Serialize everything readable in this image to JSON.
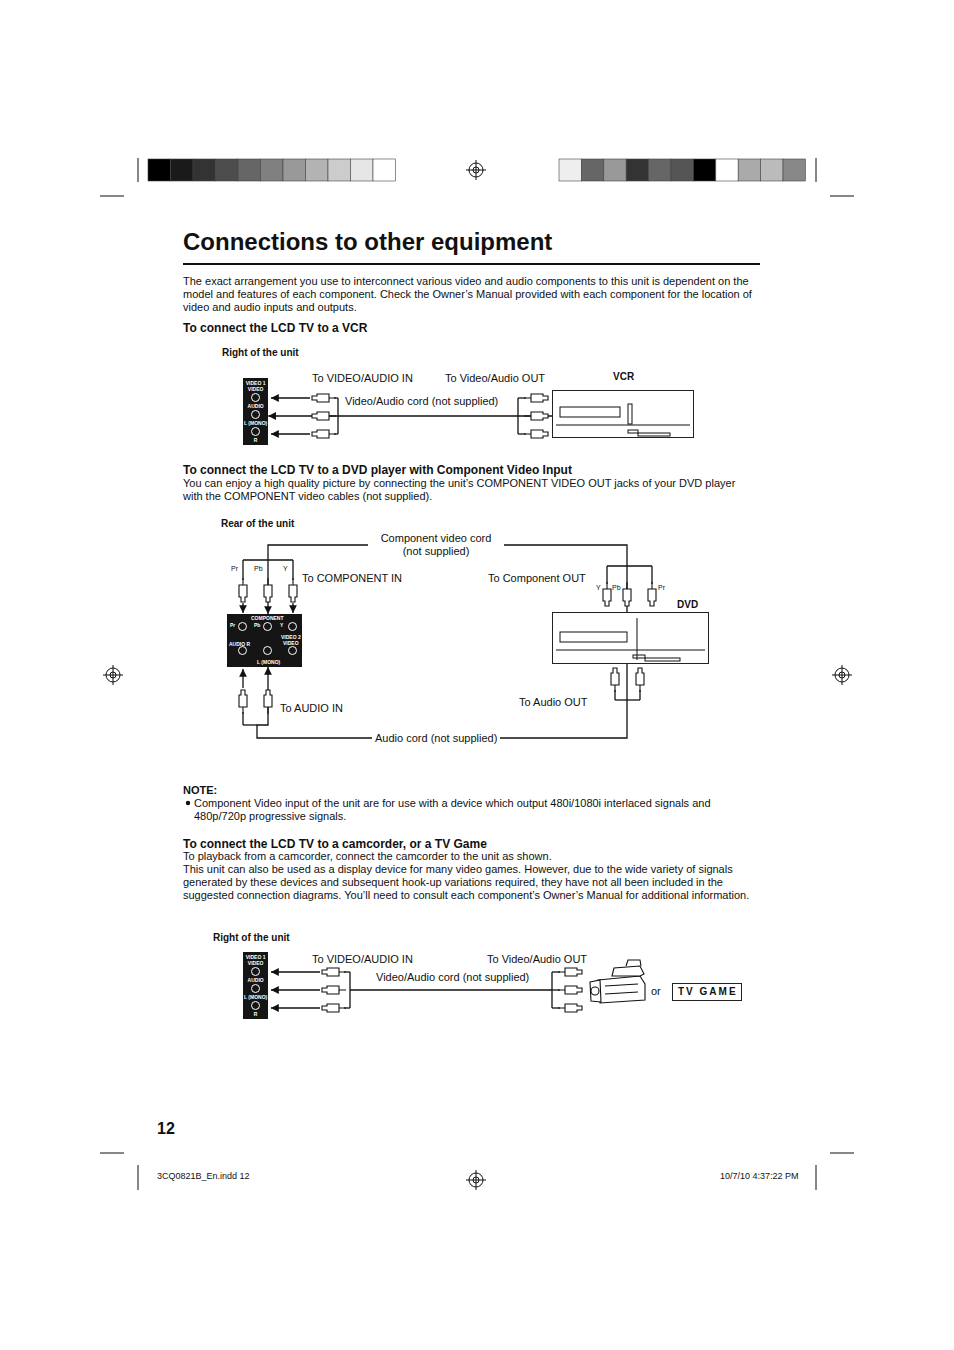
{
  "diagram": {
    "title": "Connections to other equipment",
    "nodes": [
      {
        "text": [
          "Right of the unit",
          "VIDEO 1",
          "VIDEO",
          "AUDIO",
          "L (MONO)",
          "R"
        ]
      },
      {
        "text": [
          "VCR"
        ]
      },
      {
        "text": [
          "Rear of the unit",
          "COMPONENT",
          "Pr",
          "Pb",
          "Y",
          "AUDIO R",
          "L (MONO)",
          "VIDEO 2",
          "VIDEO"
        ]
      },
      {
        "text": [
          "DVD"
        ]
      },
      {
        "text": [
          "Right of the unit",
          "VIDEO 1",
          "VIDEO",
          "AUDIO",
          "L (MONO)",
          "R"
        ]
      },
      {
        "text": [
          "TV GAME"
        ]
      }
    ],
    "edges": [
      {
        "from": 1,
        "to": 0,
        "arrow": "to",
        "label": "Video/Audio cord (not supplied)"
      },
      {
        "from": 3,
        "to": 2,
        "arrow": "to",
        "label": "Component video cord (not supplied)"
      },
      {
        "from": 3,
        "to": 2,
        "arrow": "to",
        "label": "Audio cord (not supplied)"
      }
    ],
    "labels": [
      "The exact arrangement you use to interconnect various video and audio components to this unit is dependent on the model and features of each component. Check the Owner’s Manual provided with each component for the location of video and audio inputs and outputs.",
      "To connect the LCD TV to a VCR",
      "To VIDEO/AUDIO IN",
      "To Video/Audio OUT",
      "To connect the LCD TV to a DVD player with Component Video Input",
      "You can enjoy a high quality picture by connecting the unit’s COMPONENT VIDEO OUT jacks of your DVD player with the COMPONENT video cables (not supplied).",
      "Pr",
      "Pb",
      "Y",
      "To COMPONENT IN",
      "To Component OUT",
      "Y",
      "Pb",
      "Pr",
      "To AUDIO IN",
      "To Audio OUT",
      "NOTE:",
      "Component Video input of the unit are for use with a device which output 480i/1080i interlaced signals and 480p/720p progressive signals.",
      "To connect the LCD TV to a camcorder, or a TV Game",
      "To playback from a camcorder, connect the camcorder to the unit as shown.",
      "This unit can also be used as a display device for many video games. However, due to the wide variety of signals generated by these devices and subsequent hook-up variations required, they have not all been included in the suggested connection diagrams. You’ll need to consult each component’s Owner’s Manual for additional information.",
      "To VIDEO/AUDIO IN",
      "To Video/Audio OUT",
      "Video/Audio cord (not supplied)",
      "or",
      "12",
      "3CQ0821B_En.indd 12",
      "10/7/10 4:37:22 PM"
    ]
  }
}
